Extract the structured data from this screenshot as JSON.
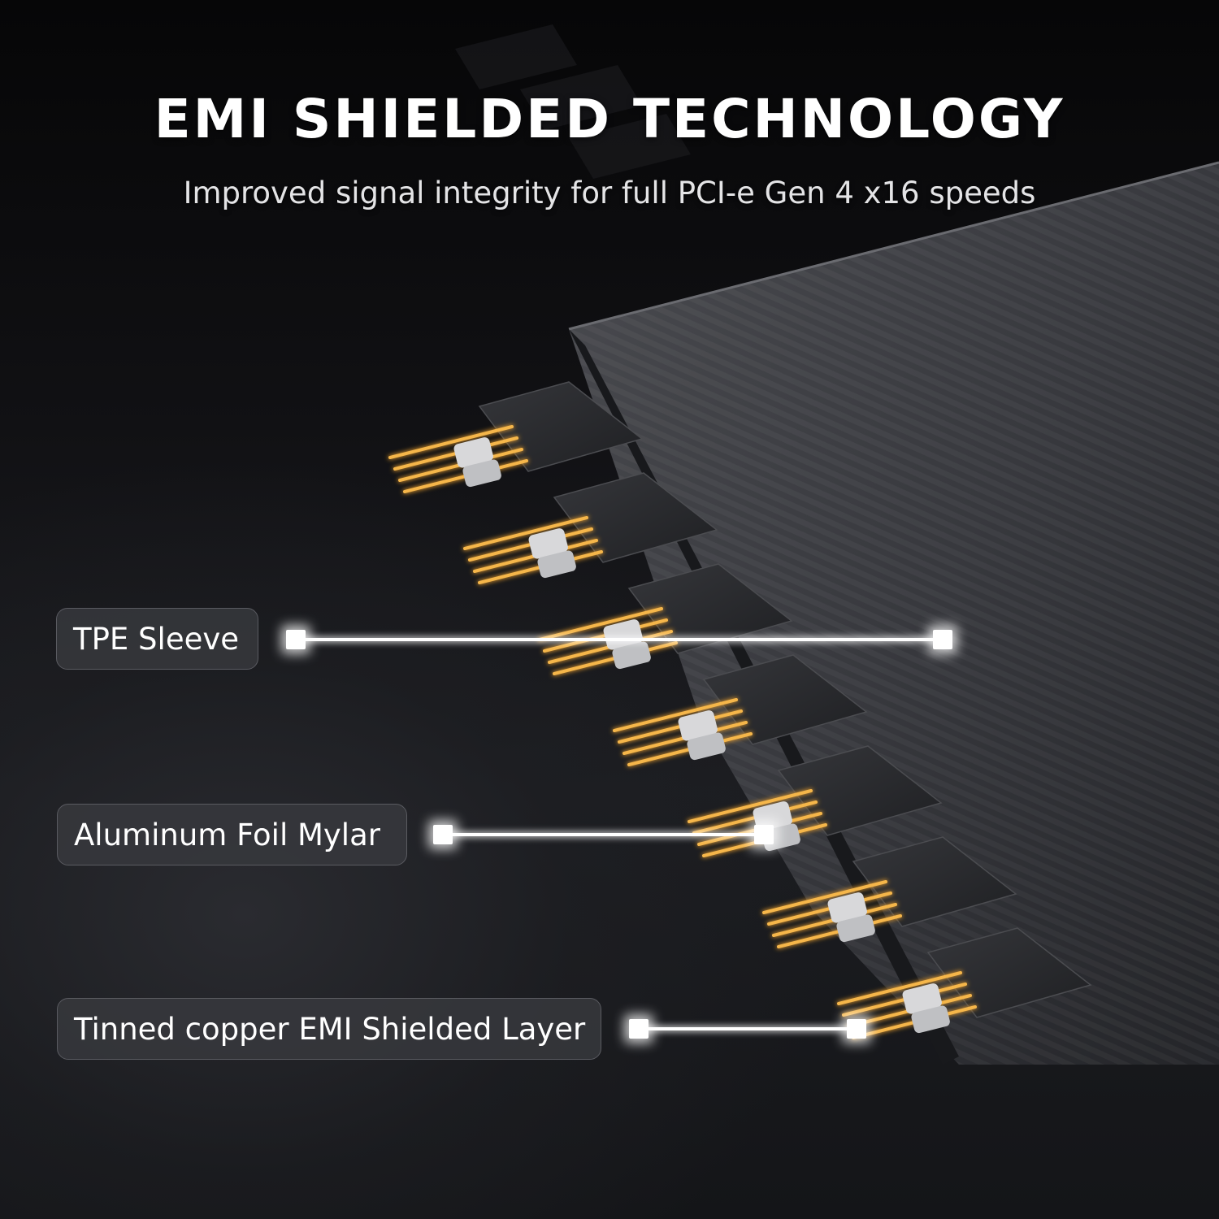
{
  "header": {
    "title": "EMI SHIELDED TECHNOLOGY",
    "subtitle": "Improved signal integrity for full PCI-e Gen 4 x16 speeds"
  },
  "callouts": [
    {
      "label": "TPE Sleeve"
    },
    {
      "label": "Aluminum Foil Mylar"
    },
    {
      "label": "Tinned copper EMI Shielded Layer"
    }
  ],
  "illustration": {
    "subject": "flat ribbon riser cable cross-section",
    "ribbon_count": 7,
    "colors": {
      "background": "#111114",
      "cable": "#3a3b40",
      "ribbon": "#2c2d31",
      "copper_wire": "#e29a2a",
      "foil": "#d8d8da",
      "callout_box": "#37383d",
      "leader_line": "#ffffff"
    }
  }
}
